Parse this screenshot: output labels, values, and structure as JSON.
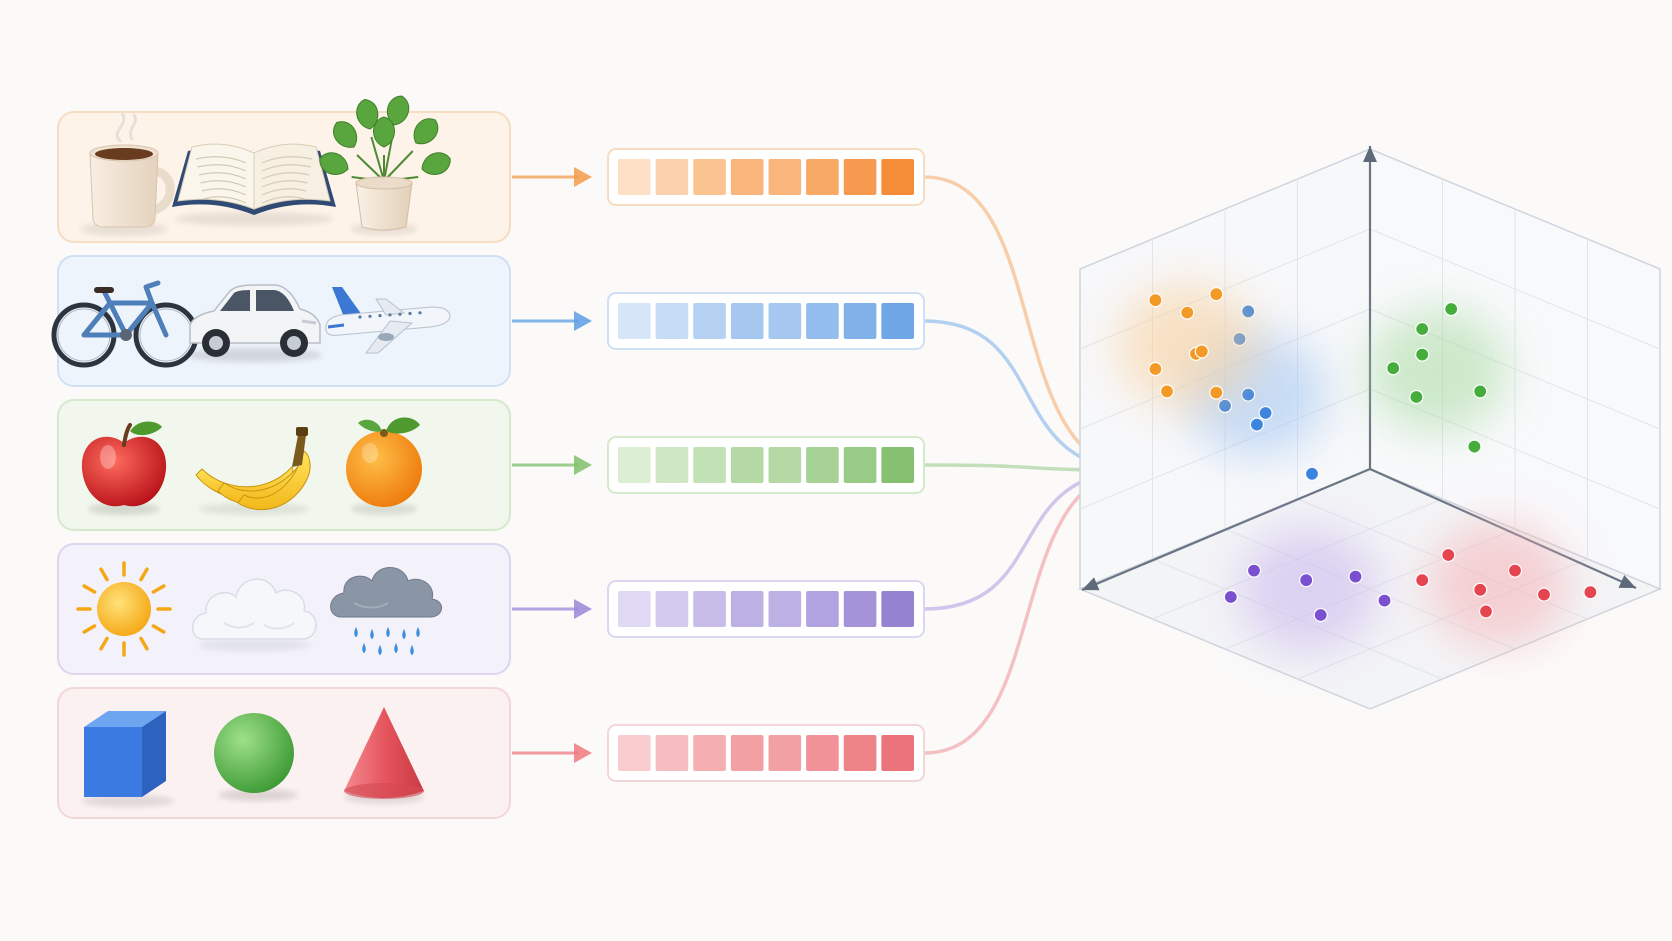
{
  "diagram": {
    "groups": [
      {
        "id": "household",
        "color": "#f39a4a",
        "panel_fill": "#fdf3e8",
        "panel_border": "#f6dcc0",
        "items": [
          "coffee-mug-icon",
          "open-book-icon",
          "potted-plant-icon"
        ],
        "vector_cells": [
          "#fde0c6",
          "#fcd2ae",
          "#fac392",
          "#f9b57b",
          "#f9b57b",
          "#f8a966",
          "#f69a4f",
          "#f48c38"
        ]
      },
      {
        "id": "vehicles",
        "color": "#5b9ee6",
        "panel_fill": "#eef4fb",
        "panel_border": "#cfe0f4",
        "items": [
          "bicycle-icon",
          "car-icon",
          "airplane-icon"
        ],
        "vector_cells": [
          "#d6e6f8",
          "#c5dcf6",
          "#b5d2f3",
          "#a6c8f0",
          "#a6c8f0",
          "#93bdec",
          "#80b1e9",
          "#6ea6e6"
        ]
      },
      {
        "id": "fruits",
        "color": "#7cbf6a",
        "panel_fill": "#f1f7ec",
        "panel_border": "#d5e9cc",
        "items": [
          "apple-icon",
          "banana-icon",
          "orange-icon"
        ],
        "vector_cells": [
          "#dcefd3",
          "#cfe8c3",
          "#c2e1b4",
          "#b5d9a4",
          "#b5d9a4",
          "#a7d295",
          "#98cb85",
          "#86c172"
        ]
      },
      {
        "id": "weather",
        "color": "#9b86d9",
        "panel_fill": "#f3f1fa",
        "panel_border": "#dcd6f0",
        "items": [
          "sun-icon",
          "cloud-icon",
          "rain-cloud-icon"
        ],
        "vector_cells": [
          "#e0d9f3",
          "#d3caee",
          "#c8bde9",
          "#bcb0e4",
          "#bcb0e4",
          "#b1a3df",
          "#a493d9",
          "#9583d2"
        ]
      },
      {
        "id": "shapes",
        "color": "#ee7a80",
        "panel_fill": "#fcf1f1",
        "panel_border": "#f3d6d7",
        "items": [
          "cube-icon",
          "sphere-icon",
          "cone-icon"
        ],
        "vector_cells": [
          "#f9cccf",
          "#f7bcc0",
          "#f5aeb2",
          "#f3a0a5",
          "#f3a0a5",
          "#f09297",
          "#ee8388",
          "#eb7379"
        ]
      }
    ],
    "clusters": [
      {
        "name": "blue",
        "color": "#3a84e0",
        "halo": "#9fc4f2",
        "points": [
          [
            0.2,
            0.62,
            0.8
          ],
          [
            0.1,
            0.55,
            0.65
          ],
          [
            0.28,
            0.7,
            0.6
          ],
          [
            0.18,
            0.68,
            0.52
          ],
          [
            0.26,
            0.65,
            0.48
          ],
          [
            0.12,
            0.48,
            0.4
          ],
          [
            0.32,
            0.52,
            0.3
          ]
        ]
      },
      {
        "name": "orange",
        "color": "#f39a26",
        "halo": "#f9cf98",
        "points": [
          [
            0.02,
            0.55,
            0.76
          ],
          [
            0.02,
            0.65,
            0.74
          ],
          [
            0.02,
            0.76,
            0.82
          ],
          [
            0.04,
            0.78,
            0.62
          ],
          [
            0.02,
            0.62,
            0.6
          ],
          [
            0.02,
            0.72,
            0.52
          ],
          [
            0.03,
            0.56,
            0.46
          ],
          [
            0.02,
            0.6,
            0.6
          ]
        ]
      },
      {
        "name": "green",
        "color": "#44ad3c",
        "halo": "#a9dba1",
        "points": [
          [
            0.3,
            0.02,
            0.62
          ],
          [
            0.2,
            0.02,
            0.52
          ],
          [
            0.2,
            0.02,
            0.44
          ],
          [
            0.4,
            0.02,
            0.4
          ],
          [
            0.1,
            0.02,
            0.36
          ],
          [
            0.18,
            0.02,
            0.3
          ],
          [
            0.38,
            0.02,
            0.22
          ]
        ]
      },
      {
        "name": "purple",
        "color": "#7a4fd0",
        "halo": "#c8b5ee",
        "points": [
          [
            0.25,
            0.65,
            0.02
          ],
          [
            0.32,
            0.8,
            0.02
          ],
          [
            0.38,
            0.6,
            0.02
          ],
          [
            0.45,
            0.5,
            0.02
          ],
          [
            0.55,
            0.72,
            0.02
          ],
          [
            0.6,
            0.55,
            0.02
          ]
        ]
      },
      {
        "name": "red",
        "color": "#e5454f",
        "halo": "#f5b1b5",
        "points": [
          [
            0.52,
            0.25,
            0.02
          ],
          [
            0.58,
            0.4,
            0.02
          ],
          [
            0.7,
            0.2,
            0.02
          ],
          [
            0.72,
            0.34,
            0.02
          ],
          [
            0.85,
            0.25,
            0.02
          ],
          [
            0.82,
            0.42,
            0.02
          ],
          [
            0.92,
            0.16,
            0.02
          ]
        ]
      }
    ]
  }
}
